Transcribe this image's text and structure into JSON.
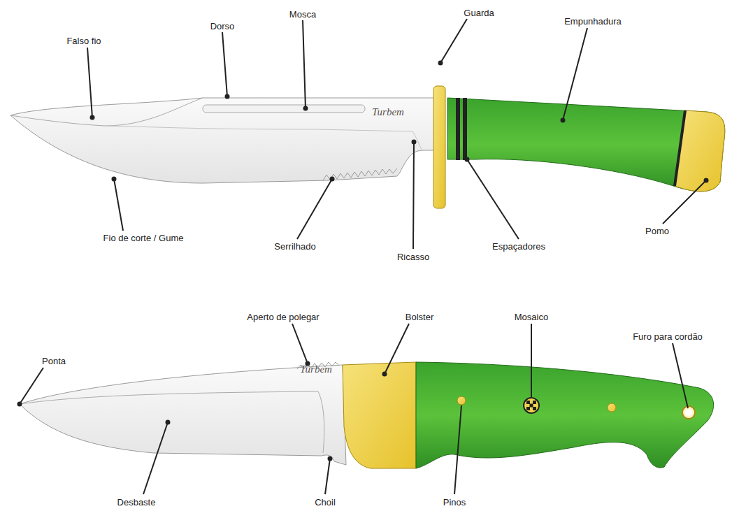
{
  "diagram": {
    "labels": [
      "Falso fio",
      "Dorso",
      "Mosca",
      "Guarda",
      "Empunhadura",
      "Turbem",
      "Fio de corte / Gume",
      "Serrilhado",
      "Ricasso",
      "Espaçadores",
      "Pomo",
      "Aperto de polegar",
      "Bolster",
      "Mosaico",
      "Furo para cordão",
      "Ponta",
      "Turbem",
      "Desbaste",
      "Choil",
      "Pinos"
    ]
  }
}
